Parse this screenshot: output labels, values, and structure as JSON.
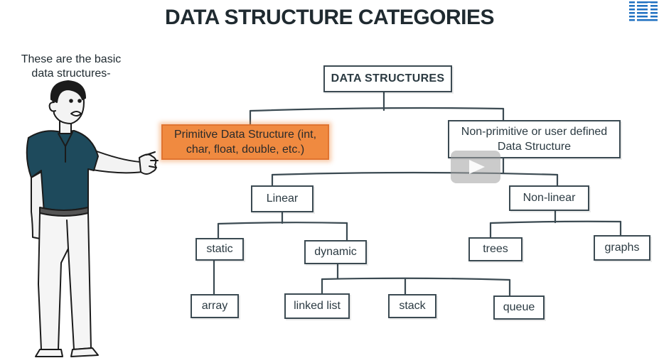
{
  "title": "DATA STRUCTURE CATEGORIES",
  "speech": "These are the basic data structures-",
  "logo": {
    "text": "IBM",
    "color": "#1f70c1"
  },
  "nodes": {
    "root": "DATA STRUCTURES",
    "primitive": "Primitive Data Structure (int, char, float, double, etc.)",
    "non_primitive": "Non-primitive or user defined Data Structure",
    "linear": "Linear",
    "non_linear": "Non-linear",
    "static": "static",
    "dynamic": "dynamic",
    "trees": "trees",
    "graphs": "graphs",
    "array": "array",
    "linked_list": "linked list",
    "stack": "stack",
    "queue": "queue"
  },
  "colors": {
    "highlight": "#f08a40",
    "line": "#3b4a52",
    "shirt": "#1e4a5c"
  },
  "icons": {
    "play": "play-icon"
  }
}
